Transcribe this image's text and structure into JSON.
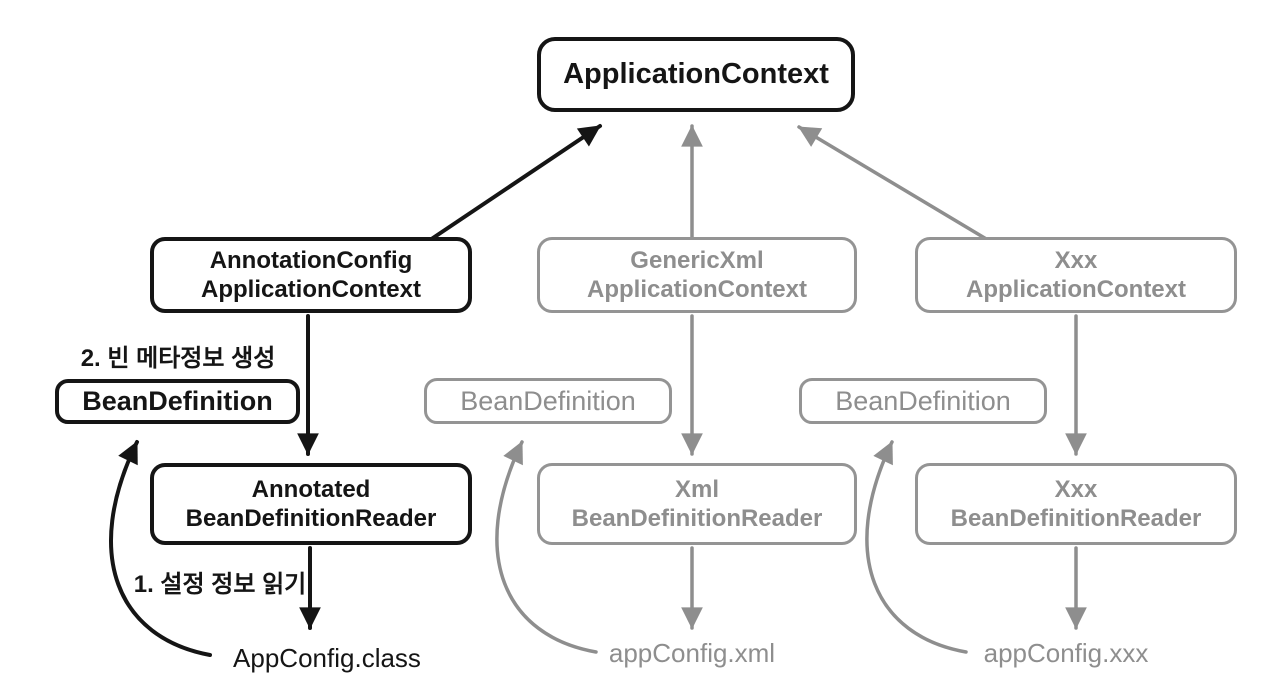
{
  "colors": {
    "active": "#151515",
    "inactive": "#8e8e8e",
    "background": "#ffffff"
  },
  "root_box": {
    "label": "ApplicationContext"
  },
  "annotations": {
    "step2": "2. 빈 메타정보 생성",
    "step1": "1. 설정 정보 읽기"
  },
  "columns": [
    {
      "name": "annotation-config",
      "variant": "active",
      "context_line1": "AnnotationConfig",
      "context_line2": "ApplicationContext",
      "bean_definition": "BeanDefinition",
      "reader_line1": "Annotated",
      "reader_line2": "BeanDefinitionReader",
      "config_file": "AppConfig.class"
    },
    {
      "name": "generic-xml",
      "variant": "inactive",
      "context_line1": "GenericXml",
      "context_line2": "ApplicationContext",
      "bean_definition": "BeanDefinition",
      "reader_line1": "Xml",
      "reader_line2": "BeanDefinitionReader",
      "config_file": "appConfig.xml"
    },
    {
      "name": "xxx",
      "variant": "inactive",
      "context_line1": "Xxx",
      "context_line2": "ApplicationContext",
      "bean_definition": "BeanDefinition",
      "reader_line1": "Xxx",
      "reader_line2": "BeanDefinitionReader",
      "config_file": "appConfig.xxx"
    }
  ]
}
